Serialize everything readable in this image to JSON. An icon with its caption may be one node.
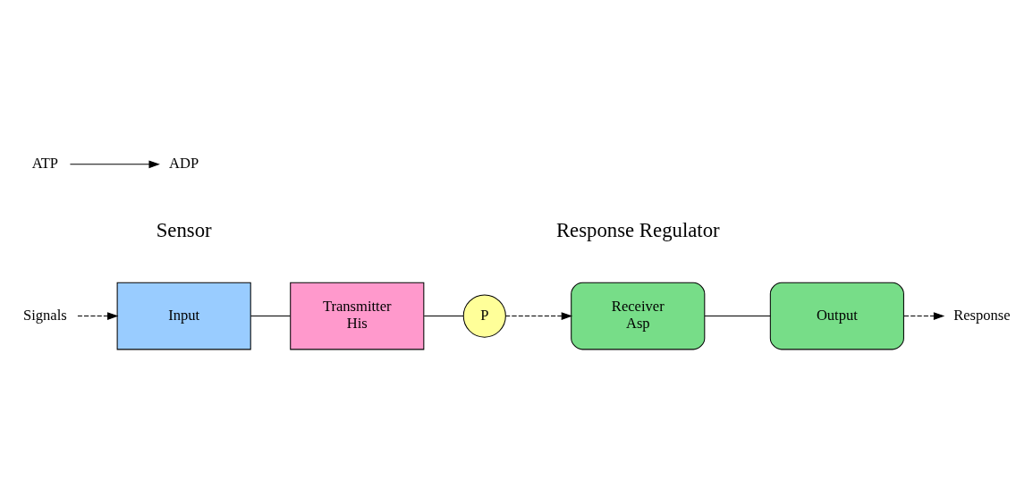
{
  "diagram": {
    "nodes": [
      {
        "text": [
          "Signals"
        ]
      },
      {
        "text": [
          "Input"
        ]
      },
      {
        "text": [
          "Transmitter",
          "His"
        ]
      },
      {
        "text": [
          "P"
        ]
      },
      {
        "text": [
          "ATP"
        ]
      },
      {
        "text": [
          "ADP"
        ]
      },
      {
        "text": [
          "Receiver",
          "Asp"
        ]
      },
      {
        "text": [
          "Output"
        ]
      },
      {
        "text": [
          "Response"
        ]
      }
    ],
    "edges": [
      {
        "from": 0,
        "to": 1,
        "arrow": "to",
        "style": "dashed"
      },
      {
        "from": 1,
        "to": 2,
        "arrow": "none"
      },
      {
        "from": 2,
        "to": 3,
        "arrow": "none"
      },
      {
        "from": 4,
        "to": 5,
        "arrow": "to"
      },
      {
        "from": 3,
        "to": 6,
        "arrow": "to",
        "style": "dashed"
      },
      {
        "from": 6,
        "to": 7,
        "arrow": "none"
      },
      {
        "from": 7,
        "to": 8,
        "arrow": "to",
        "style": "dashed"
      }
    ],
    "labels": [
      "Sensor",
      "Response Regulator"
    ]
  }
}
